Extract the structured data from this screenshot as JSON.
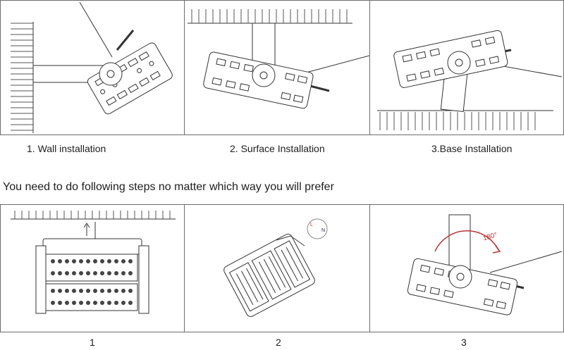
{
  "installation_methods": [
    {
      "caption": "1. Wall installation"
    },
    {
      "caption": "2. Surface Installation"
    },
    {
      "caption": "3.Base Installation"
    }
  ],
  "instruction": "You need to do following steps no matter which way you will prefer",
  "steps": [
    {
      "number": "1"
    },
    {
      "number": "2",
      "direction_labels": [
        "L",
        "N"
      ]
    },
    {
      "number": "3",
      "rotation_label": "180°"
    }
  ]
}
